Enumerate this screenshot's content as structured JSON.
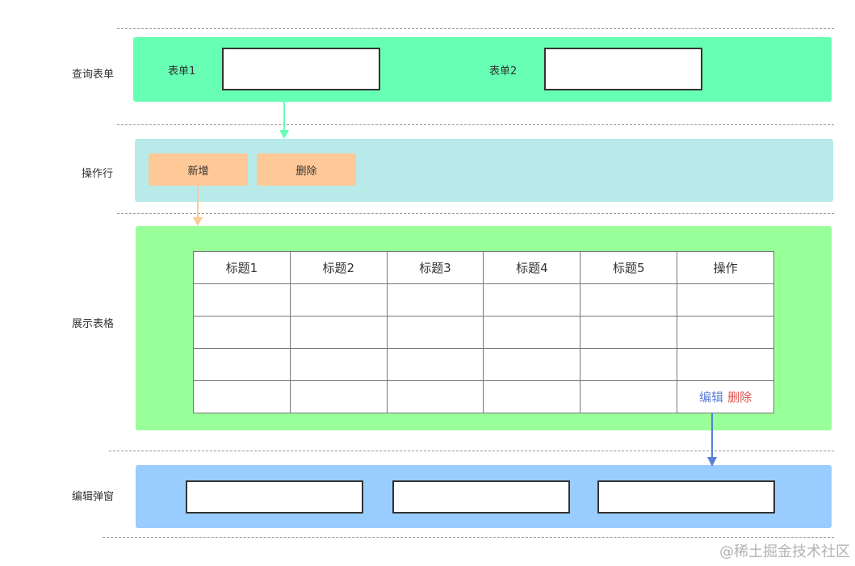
{
  "sections": {
    "query_form": "查询表单",
    "action_row": "操作行",
    "display_table": "展示表格",
    "edit_dialog": "编辑弹窗"
  },
  "query_form": {
    "field1_label": "表单1",
    "field2_label": "表单2"
  },
  "action_row": {
    "add_label": "新增",
    "delete_label": "删除"
  },
  "table": {
    "headers": [
      "标题1",
      "标题2",
      "标题3",
      "标题4",
      "标题5",
      "操作"
    ],
    "row_count": 4,
    "edit_label": "编辑",
    "delete_label": "删除"
  },
  "colors": {
    "query_band": "#66ffb3",
    "action_band": "#b8eaea",
    "table_band": "#99ff99",
    "dialog_band": "#99ccff",
    "button": "#ffc897",
    "arrow_green": "#66ffb3",
    "arrow_orange": "#ffc897",
    "arrow_blue": "#5b7fd6"
  },
  "watermark": "@稀土掘金技术社区"
}
